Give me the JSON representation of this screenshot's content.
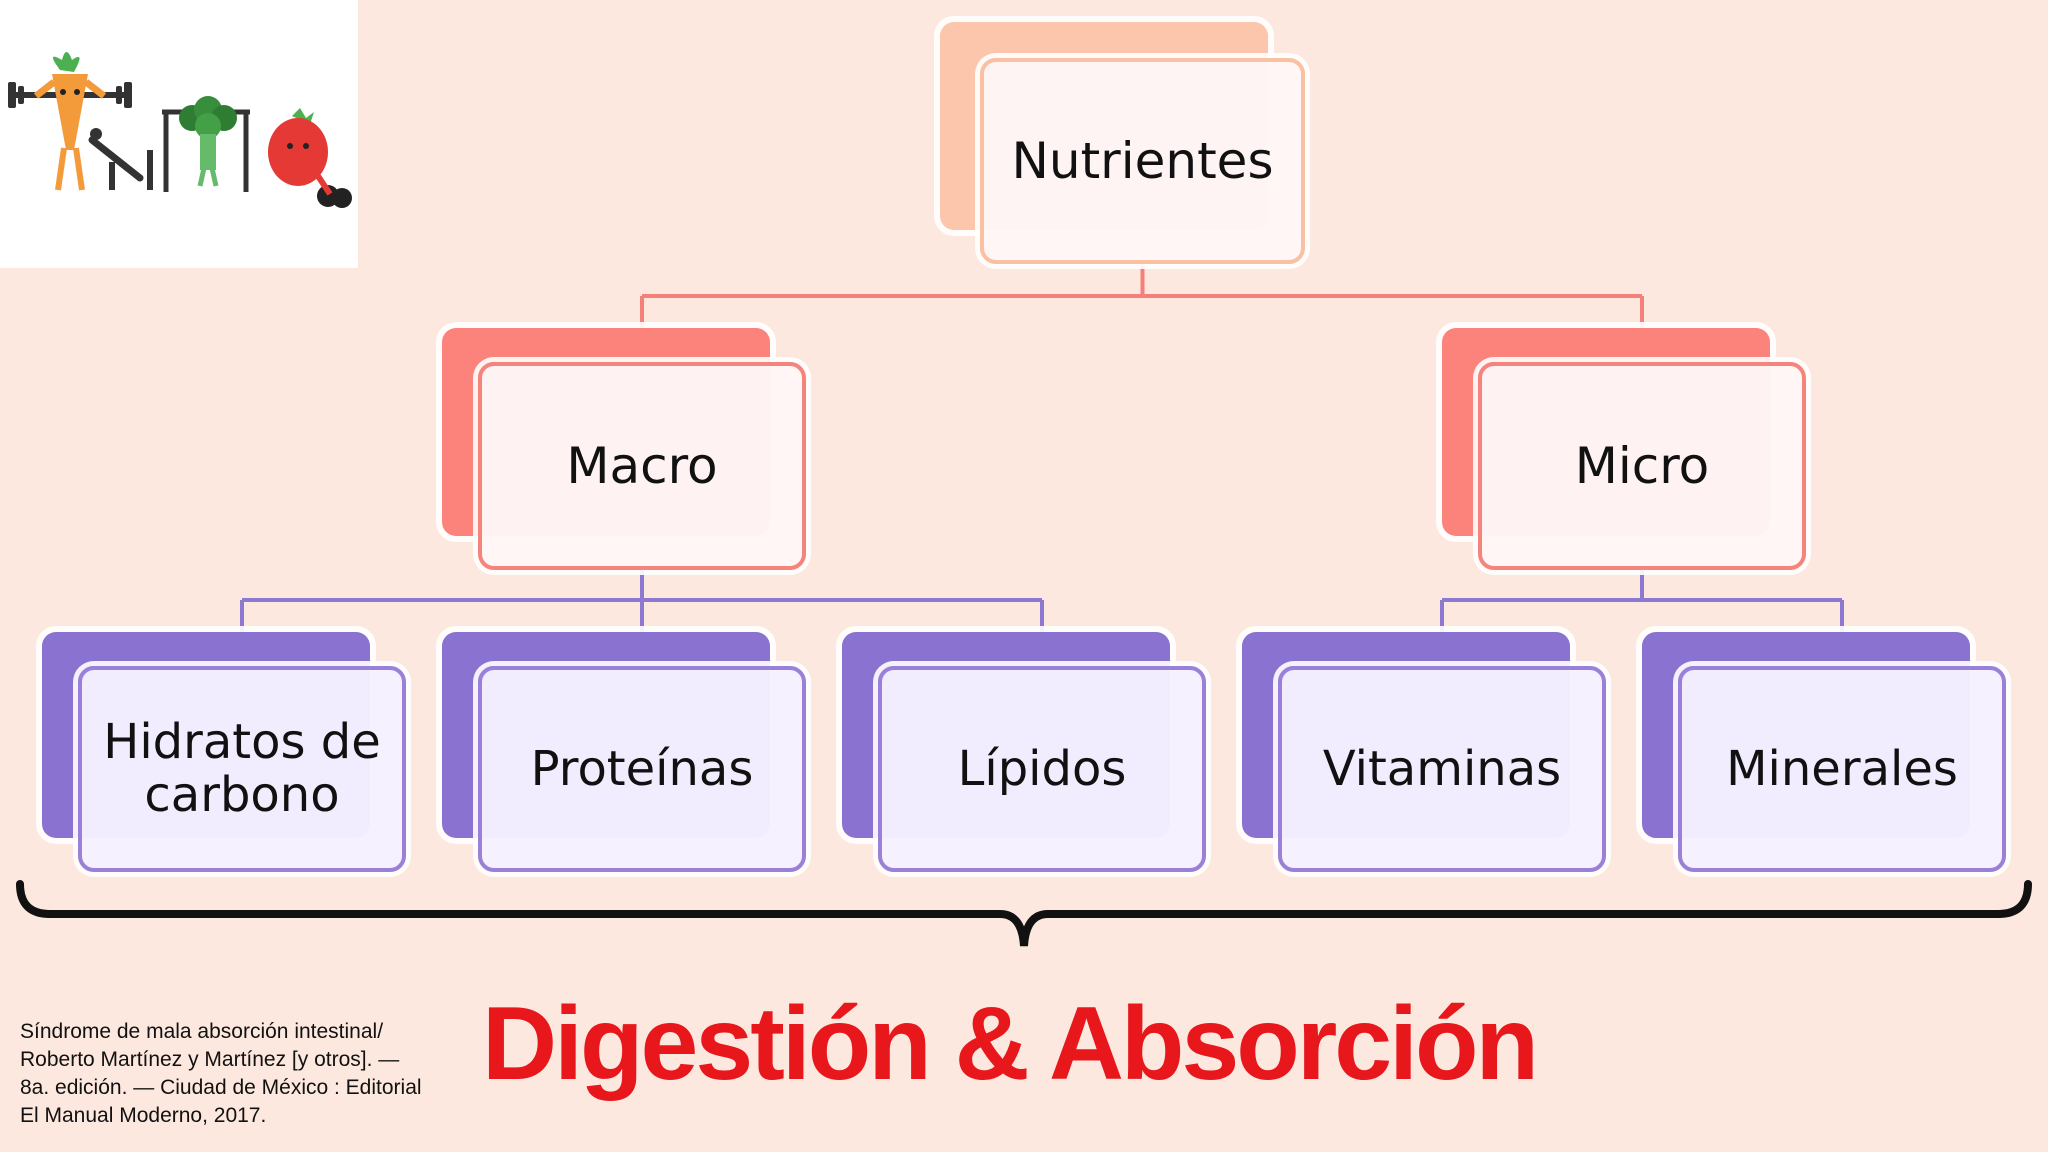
{
  "colors": {
    "background": "#fde8df",
    "root_accent": "#fbc6ab",
    "root_border": "#f9c0a2",
    "level1_accent": "#fb837b",
    "level1_border": "#f4847c",
    "level2_accent": "#8a73d0",
    "level2_border": "#9a80d8",
    "connector_level1": "#f47f7b",
    "connector_level2": "#8d78d2",
    "title": "#e8171c"
  },
  "diagram": {
    "root": {
      "id": "nutrientes",
      "label": "Nutrientes"
    },
    "level1": [
      {
        "id": "macro",
        "label": "Macro",
        "parent": "nutrientes"
      },
      {
        "id": "micro",
        "label": "Micro",
        "parent": "nutrientes"
      }
    ],
    "level2": [
      {
        "id": "hidratos",
        "label": "Hidratos de carbono",
        "parent": "macro"
      },
      {
        "id": "proteinas",
        "label": "Proteínas",
        "parent": "macro"
      },
      {
        "id": "lipidos",
        "label": "Lípidos",
        "parent": "macro"
      },
      {
        "id": "vitaminas",
        "label": "Vitaminas",
        "parent": "micro"
      },
      {
        "id": "minerales",
        "label": "Minerales",
        "parent": "micro"
      }
    ]
  },
  "footer": {
    "title": "Digestión & Absorción",
    "citation": "Síndrome de mala absorción intestinal/\nRoberto Martínez y Martínez [y otros]. —\n 8a. edición. — Ciudad de México : Editorial\nEl Manual Moderno, 2017."
  },
  "logo": {
    "icons": [
      "carrot-weightlifter-icon",
      "bench-press-icon",
      "broccoli-pullup-icon",
      "tomato-dumbbell-icon"
    ]
  }
}
